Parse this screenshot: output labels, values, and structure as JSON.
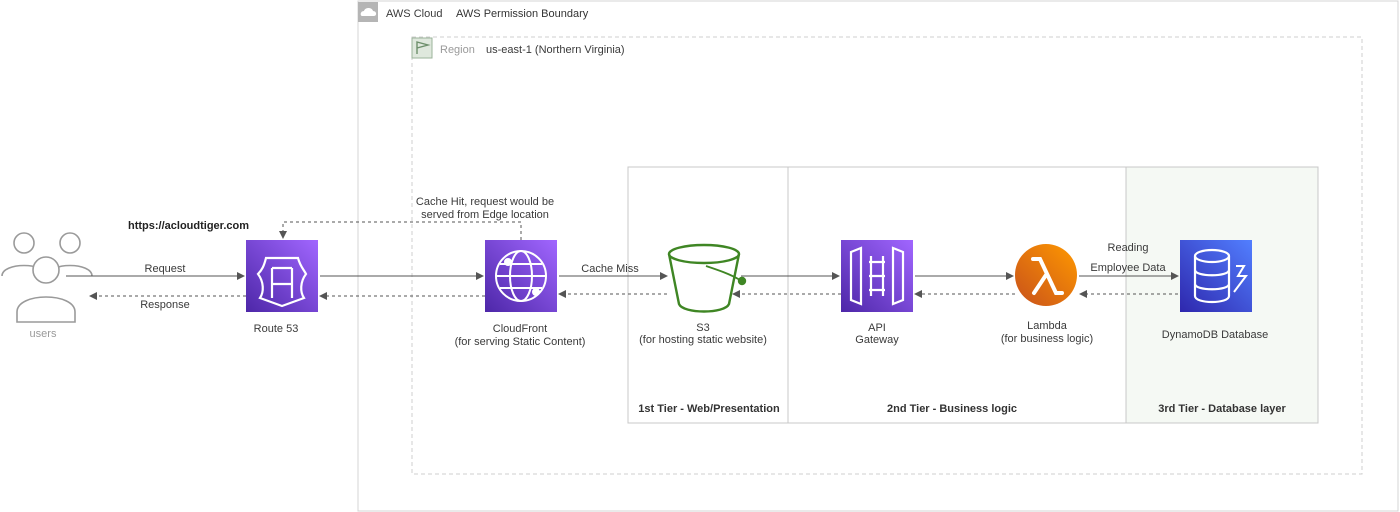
{
  "cloud": {
    "label": "AWS Cloud",
    "boundary_label": "AWS Permission Boundary"
  },
  "region": {
    "label": "Region",
    "name": "us-east-1 (Northern Virginia)"
  },
  "users": {
    "label": "users"
  },
  "url": "https://acloudtiger.com",
  "edges": {
    "request": "Request",
    "response": "Response",
    "cache_hit_line1": "Cache Hit, request would be",
    "cache_hit_line2": "served from Edge location",
    "cache_miss": "Cache Miss",
    "reading_line1": "Reading",
    "reading_line2": "Employee Data"
  },
  "services": {
    "route53": {
      "name": "Route 53"
    },
    "cloudfront": {
      "name": "CloudFront",
      "desc": "(for serving Static Content)"
    },
    "s3": {
      "name": "S3",
      "desc": "(for hosting static website)"
    },
    "apigw": {
      "name": "API",
      "desc": "Gateway"
    },
    "lambda": {
      "name": "Lambda",
      "desc": "(for business logic)"
    },
    "dynamodb": {
      "name": "DynamoDB Database"
    }
  },
  "tiers": [
    {
      "label": "1st Tier - Web/Presentation"
    },
    {
      "label": "2nd Tier - Business logic"
    },
    {
      "label": "3rd Tier - Database layer"
    }
  ],
  "colors": {
    "purple": "#8c4fff",
    "green": "#3f8624",
    "orange": "#ed7100",
    "blue": "#2e73b8",
    "tier3_fill": "#f3f8f2"
  }
}
